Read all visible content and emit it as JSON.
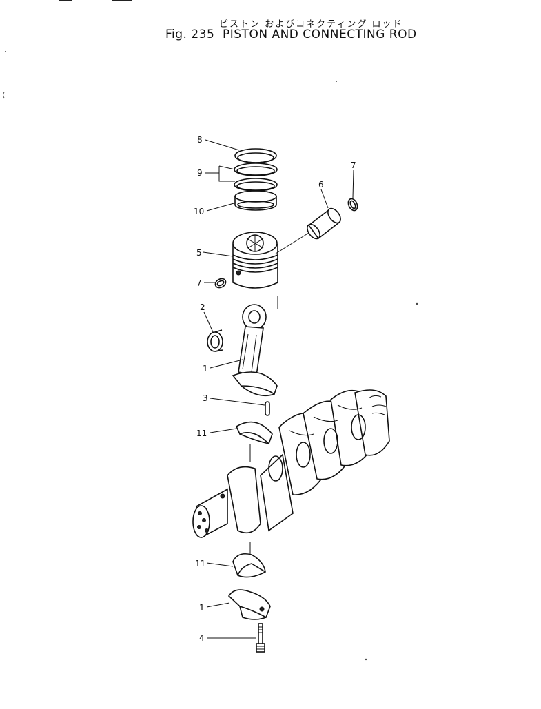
{
  "header": {
    "jp_title": "ピストン およびコネクティング ロッド",
    "fig_label": "Fig. 235",
    "title": "PISTON AND CONNECTING ROD"
  },
  "callouts": [
    {
      "id": "c8",
      "label": "8"
    },
    {
      "id": "c9",
      "label": "9"
    },
    {
      "id": "c10",
      "label": "10"
    },
    {
      "id": "c6",
      "label": "6"
    },
    {
      "id": "c7a",
      "label": "7"
    },
    {
      "id": "c5",
      "label": "5"
    },
    {
      "id": "c7b",
      "label": "7"
    },
    {
      "id": "c2",
      "label": "2"
    },
    {
      "id": "c1a",
      "label": "1"
    },
    {
      "id": "c3",
      "label": "3"
    },
    {
      "id": "c11a",
      "label": "11"
    },
    {
      "id": "c11b",
      "label": "11"
    },
    {
      "id": "c1b",
      "label": "1"
    },
    {
      "id": "c4",
      "label": "4"
    }
  ],
  "parts": {
    "top_ring": "top-compression-ring-icon",
    "second_ring": "second-ring-icon",
    "oil_ring": "oil-ring-icon",
    "piston_pin": "piston-pin-icon",
    "snap_ring": "snap-ring-icon",
    "piston": "piston-icon",
    "bushing": "bushing-icon",
    "connecting_rod": "connecting-rod-icon",
    "dowel_pin": "dowel-pin-icon",
    "bearing": "bearing-shell-icon",
    "crankshaft": "crankshaft-icon",
    "rod_cap": "rod-cap-icon",
    "bolt": "bolt-icon"
  }
}
